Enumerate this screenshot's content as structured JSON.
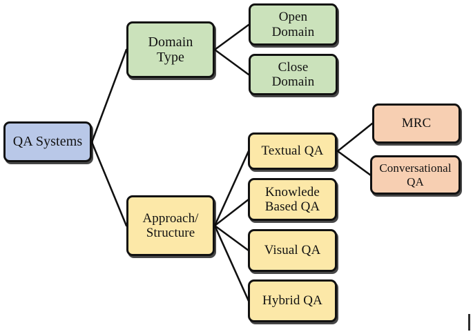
{
  "diagram": {
    "title": "QA Systems Taxonomy",
    "type": "tree-diagram",
    "orientation": "left-to-right",
    "background_color": "#ffffff",
    "edge_color": "#111111",
    "border_color": "#111111",
    "text_color": "#111111"
  },
  "palette": {
    "root_blue": "#b9c8e8",
    "branch_green": "#cbe2bb",
    "branch_yellow": "#fce8a8",
    "branch_peach": "#f7cfb2"
  },
  "nodes": {
    "root": {
      "id": "qa-systems",
      "label": "QA Systems",
      "color": "#b9c8e8",
      "level": 0
    },
    "domain_type": {
      "id": "domain-type",
      "label": "Domain\nType",
      "color": "#cbe2bb",
      "level": 1
    },
    "open_domain": {
      "id": "open-domain",
      "label": "Open\nDomain",
      "color": "#cbe2bb",
      "level": 2
    },
    "close_domain": {
      "id": "close-domain",
      "label": "Close\nDomain",
      "color": "#cbe2bb",
      "level": 2
    },
    "approach_structure": {
      "id": "approach-structure",
      "label": "Approach/\nStructure",
      "color": "#fce8a8",
      "level": 1
    },
    "textual_qa": {
      "id": "textual-qa",
      "label": "Textual QA",
      "color": "#fce8a8",
      "level": 2
    },
    "knowledge_based_qa": {
      "id": "knowlede-based-qa",
      "label": "Knowlede\nBased QA",
      "color": "#fce8a8",
      "level": 2
    },
    "visual_qa": {
      "id": "visual-qa",
      "label": "Visual QA",
      "color": "#fce8a8",
      "level": 2
    },
    "hybrid_qa": {
      "id": "hybrid-qa",
      "label": "Hybrid QA",
      "color": "#fce8a8",
      "level": 2
    },
    "mrc": {
      "id": "mrc",
      "label": "MRC",
      "color": "#f7cfb2",
      "level": 3
    },
    "conversational_qa": {
      "id": "conversational-qa",
      "label": "Conversational\nQA",
      "color": "#f7cfb2",
      "level": 3
    }
  },
  "edges": [
    {
      "from": "qa-systems",
      "to": "domain-type"
    },
    {
      "from": "qa-systems",
      "to": "approach-structure"
    },
    {
      "from": "domain-type",
      "to": "open-domain"
    },
    {
      "from": "domain-type",
      "to": "close-domain"
    },
    {
      "from": "approach-structure",
      "to": "textual-qa"
    },
    {
      "from": "approach-structure",
      "to": "knowlede-based-qa"
    },
    {
      "from": "approach-structure",
      "to": "visual-qa"
    },
    {
      "from": "approach-structure",
      "to": "hybrid-qa"
    },
    {
      "from": "textual-qa",
      "to": "mrc"
    },
    {
      "from": "textual-qa",
      "to": "conversational-qa"
    }
  ]
}
